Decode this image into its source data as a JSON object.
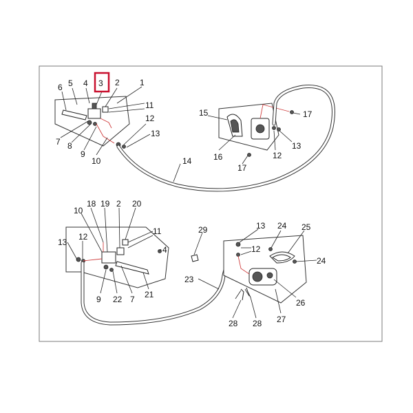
{
  "highlight_color": "#c8102e",
  "callouts": {
    "a1": "1",
    "a2": "2",
    "a3": "3",
    "a4": "4",
    "a5": "5",
    "a6": "6",
    "a7": "7",
    "a8": "8",
    "a9": "9",
    "a10": "10",
    "a11": "11",
    "a12": "12",
    "a13": "13",
    "a14": "14",
    "a15": "15",
    "a16": "16",
    "a17a": "17",
    "a17b": "17",
    "a12b": "12",
    "a13b": "13",
    "b10": "10",
    "b18": "18",
    "b19": "19",
    "b2": "2",
    "b20": "20",
    "b11": "11",
    "b13": "13",
    "b12": "12",
    "b4": "4",
    "b9": "9",
    "b22": "22",
    "b7": "7",
    "b21": "21",
    "b29": "29",
    "b23": "23",
    "b13r": "13",
    "b24a": "24",
    "b25": "25",
    "b12r": "12",
    "b24b": "24",
    "b26": "26",
    "b28a": "28",
    "b28b": "28",
    "b27": "27"
  }
}
